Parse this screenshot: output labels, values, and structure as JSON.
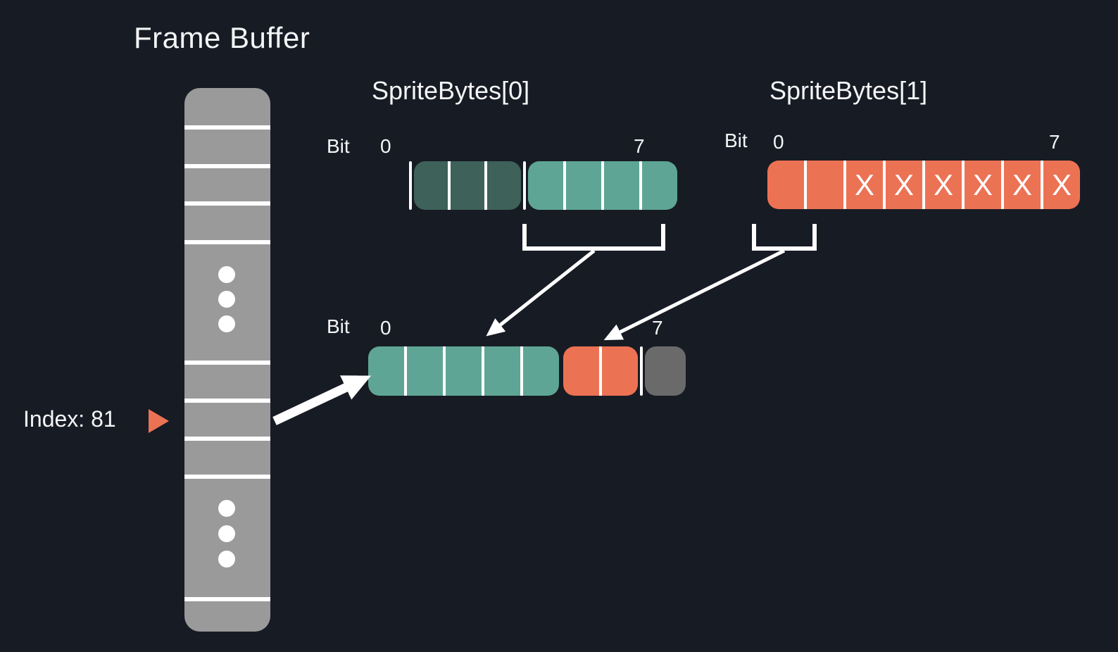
{
  "title": "Frame Buffer",
  "colors": {
    "background": "#171b24",
    "frame_buffer_gray": "#9a9a9a",
    "unused_cell_gray": "#6a6a6a",
    "sprite_dark_teal": "#3e615a",
    "sprite_teal": "#5fa595",
    "sprite_orange": "#ec7254",
    "divider_white": "#ffffff"
  },
  "index_pointer": {
    "label": "Index: 81"
  },
  "sprite_bytes_0": {
    "title": "SpriteBytes[0]",
    "bit_label": "Bit",
    "bit_first": "0",
    "bit_last": "7",
    "segments": [
      {
        "type": "spacer"
      },
      {
        "type": "tick"
      },
      {
        "color": "#3e615a",
        "cells": [
          "",
          "",
          ""
        ]
      },
      {
        "type": "tick"
      },
      {
        "color": "#5fa595",
        "cells": [
          "",
          "",
          "",
          ""
        ]
      }
    ]
  },
  "sprite_bytes_1": {
    "title": "SpriteBytes[1]",
    "bit_label": "Bit",
    "bit_first": "0",
    "bit_last": "7",
    "segments": [
      {
        "color": "#ec7254",
        "cells": [
          "",
          "",
          "X",
          "X",
          "X",
          "X",
          "X",
          "X"
        ]
      }
    ]
  },
  "result_byte": {
    "bit_label": "Bit",
    "bit_first": "0",
    "bit_last": "7",
    "segments": [
      {
        "color": "#5fa595",
        "cells": [
          "",
          "",
          "",
          "",
          ""
        ]
      },
      {
        "type": "gap"
      },
      {
        "color": "#ec7254",
        "cells": [
          "",
          ""
        ]
      },
      {
        "type": "tick"
      },
      {
        "color": "#6a6a6a",
        "cells": [
          ""
        ]
      }
    ]
  }
}
